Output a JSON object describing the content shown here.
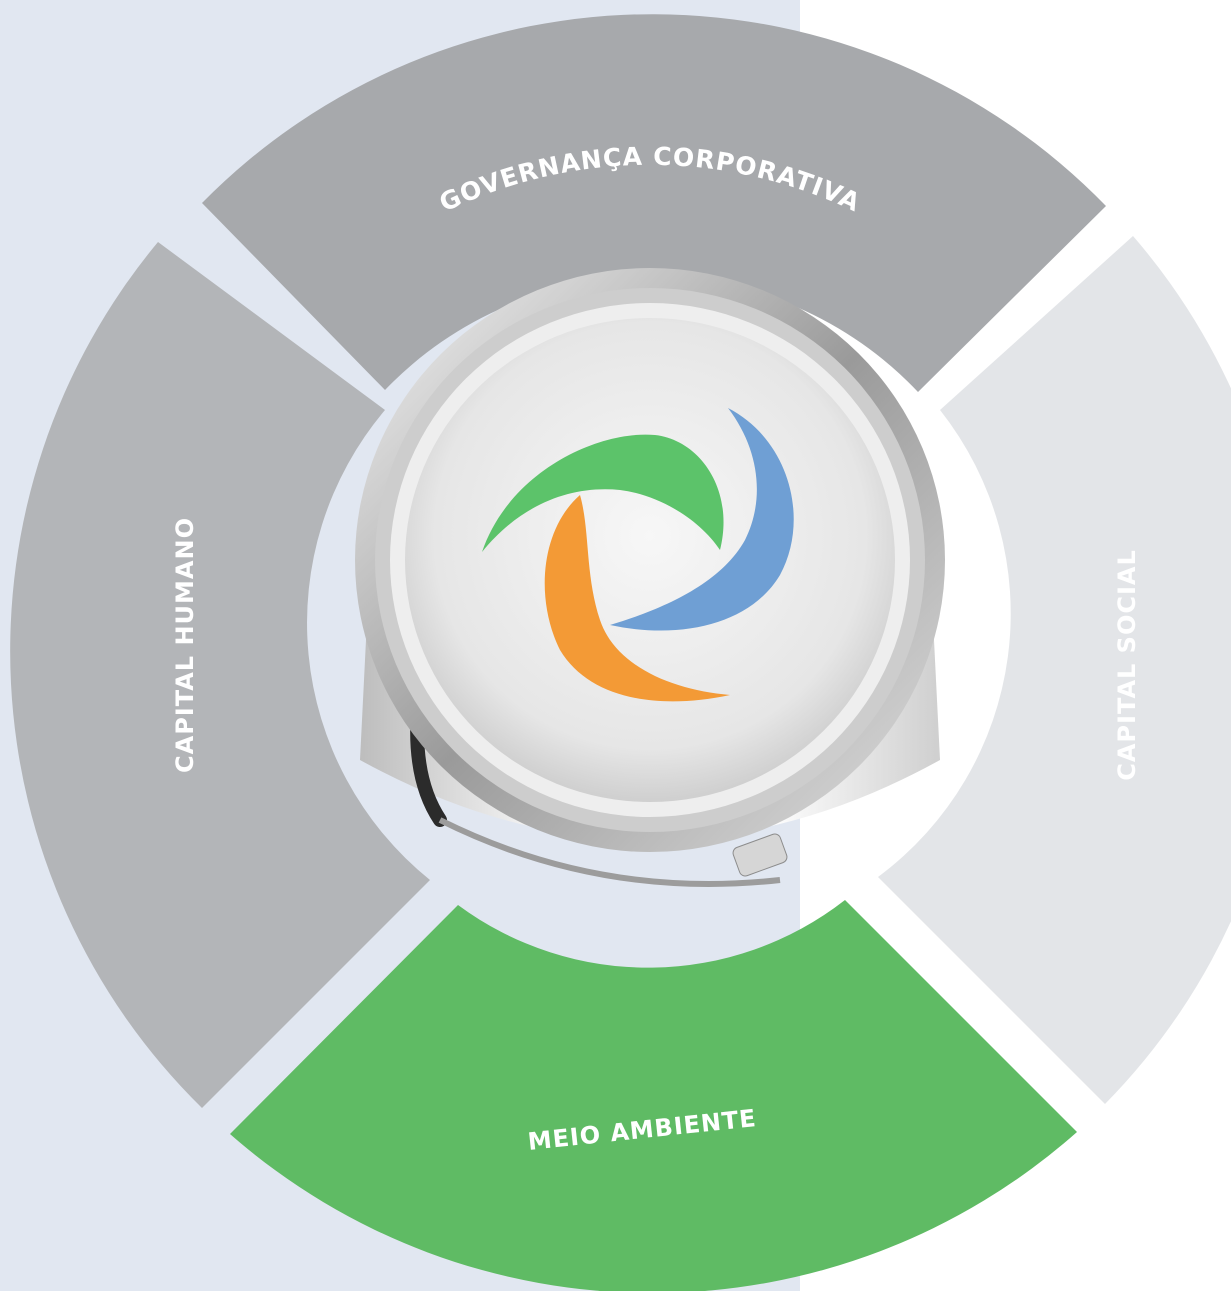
{
  "diagram": {
    "segments": [
      {
        "key": "top",
        "label": "GOVERNANÇA CORPORATIVA",
        "color": "#a6a8ab",
        "text_color": "#ffffff"
      },
      {
        "key": "right",
        "label": "CAPITAL SOCIAL",
        "color": "#e3e5e7",
        "text_color": "#ffffff"
      },
      {
        "key": "bottom",
        "label": "MEIO AMBIENTE",
        "color": "#5eb963",
        "text_color": "#ffffff"
      },
      {
        "key": "left",
        "label": "CAPITAL HUMANO",
        "color": "#b2b4b7",
        "text_color": "#ffffff"
      }
    ],
    "center": {
      "logo_icon": "paint-can-swirl-logo",
      "swirl_colors": {
        "green": "#5cc36a",
        "blue": "#6f9fd4",
        "orange": "#f39a36"
      }
    },
    "background_color": "#e1e7f1"
  }
}
